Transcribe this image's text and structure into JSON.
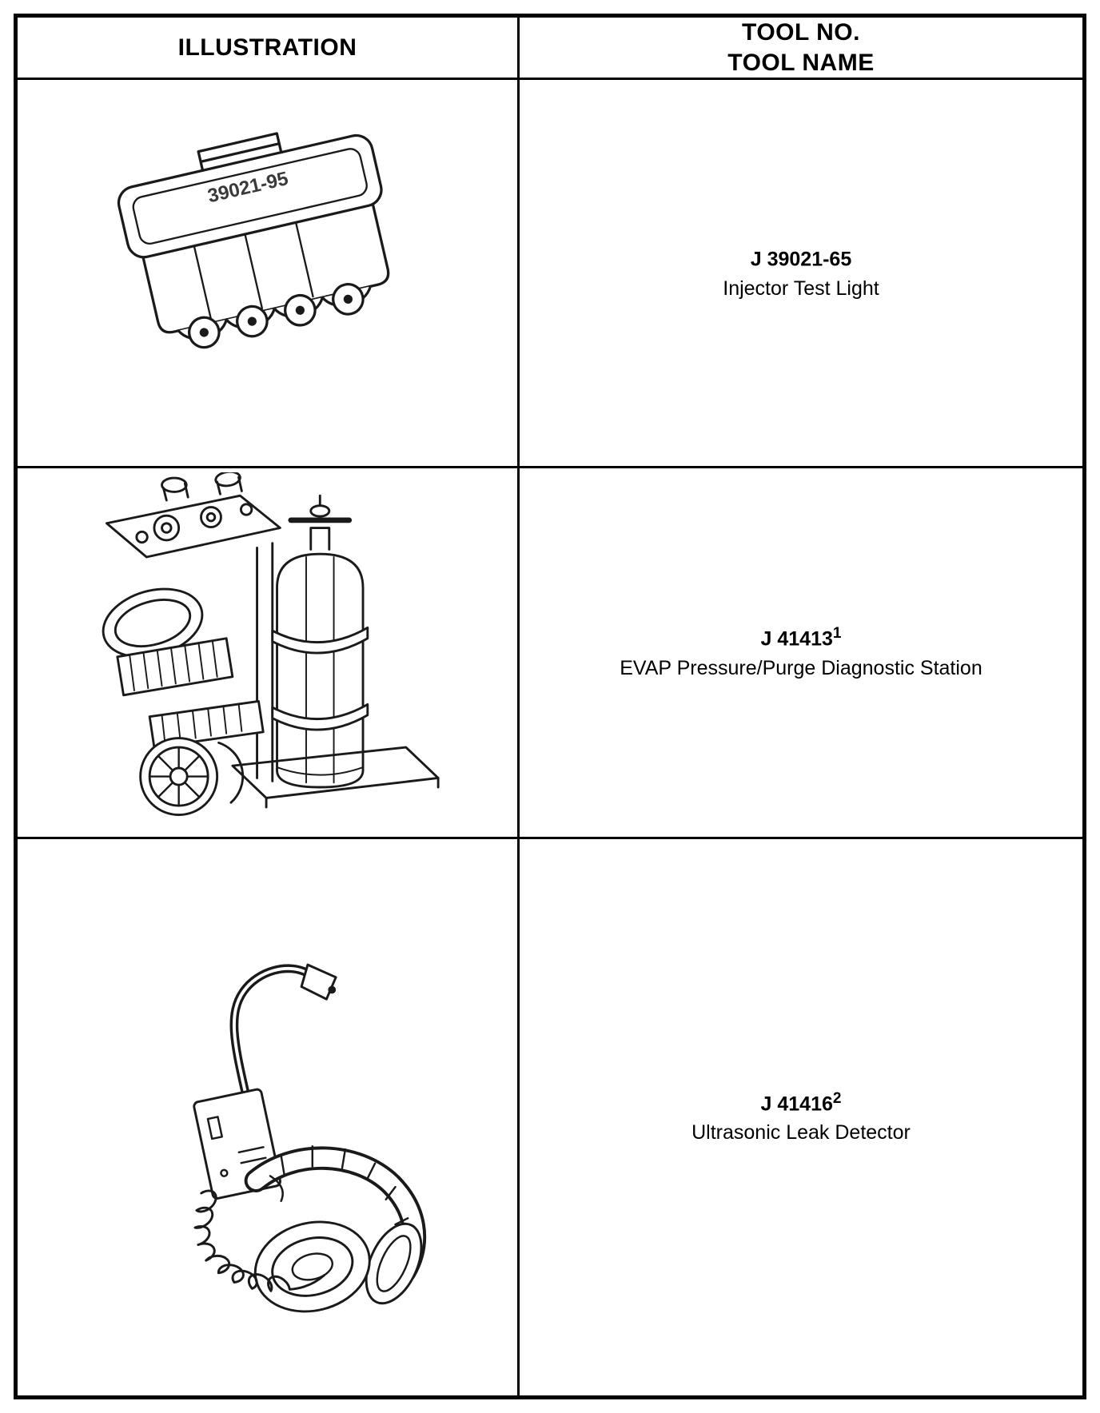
{
  "header": {
    "illustration_label": "ILLUSTRATION",
    "tool_no_label": "TOOL NO.",
    "tool_name_label": "TOOL NAME"
  },
  "rows": [
    {
      "tool_no": "J 39021-65",
      "sup": "",
      "tool_name": "Injector Test Light",
      "illustration": "injector-test-light",
      "drawing_label": "39021-95"
    },
    {
      "tool_no": "J 41413",
      "sup": "1",
      "tool_name": "EVAP Pressure/Purge Diagnostic Station",
      "illustration": "evap-pressure-purge-diagnostic-station"
    },
    {
      "tool_no": "J 41416",
      "sup": "2",
      "tool_name": "Ultrasonic Leak Detector",
      "illustration": "ultrasonic-leak-detector"
    }
  ],
  "colors": {
    "ink": "#1a1a1a",
    "background": "#ffffff",
    "border": "#000000"
  }
}
